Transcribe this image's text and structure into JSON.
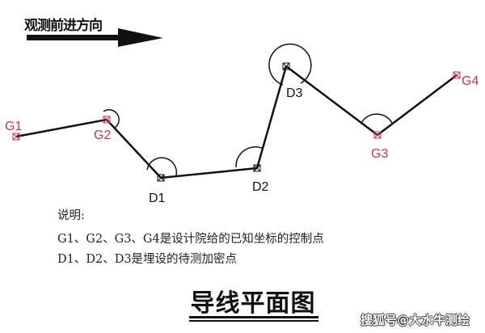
{
  "direction_label": "观测前进方向",
  "points": [
    {
      "id": "G1",
      "type": "control"
    },
    {
      "id": "G2",
      "type": "control"
    },
    {
      "id": "D1",
      "type": "new"
    },
    {
      "id": "D2",
      "type": "new"
    },
    {
      "id": "D3",
      "type": "new"
    },
    {
      "id": "G3",
      "type": "control"
    },
    {
      "id": "G4",
      "type": "control"
    }
  ],
  "notes": {
    "heading": "说明:",
    "line1": "G1、G2、G3、G4是设计院给的已知坐标的控制点",
    "line2": "D1、D2、D3是埋设的待测加密点"
  },
  "title": "导线平面图",
  "watermark": "搜狐号@大水牛测绘",
  "colors": {
    "control": "#c0394a",
    "new": "#111111",
    "line": "#111111"
  }
}
